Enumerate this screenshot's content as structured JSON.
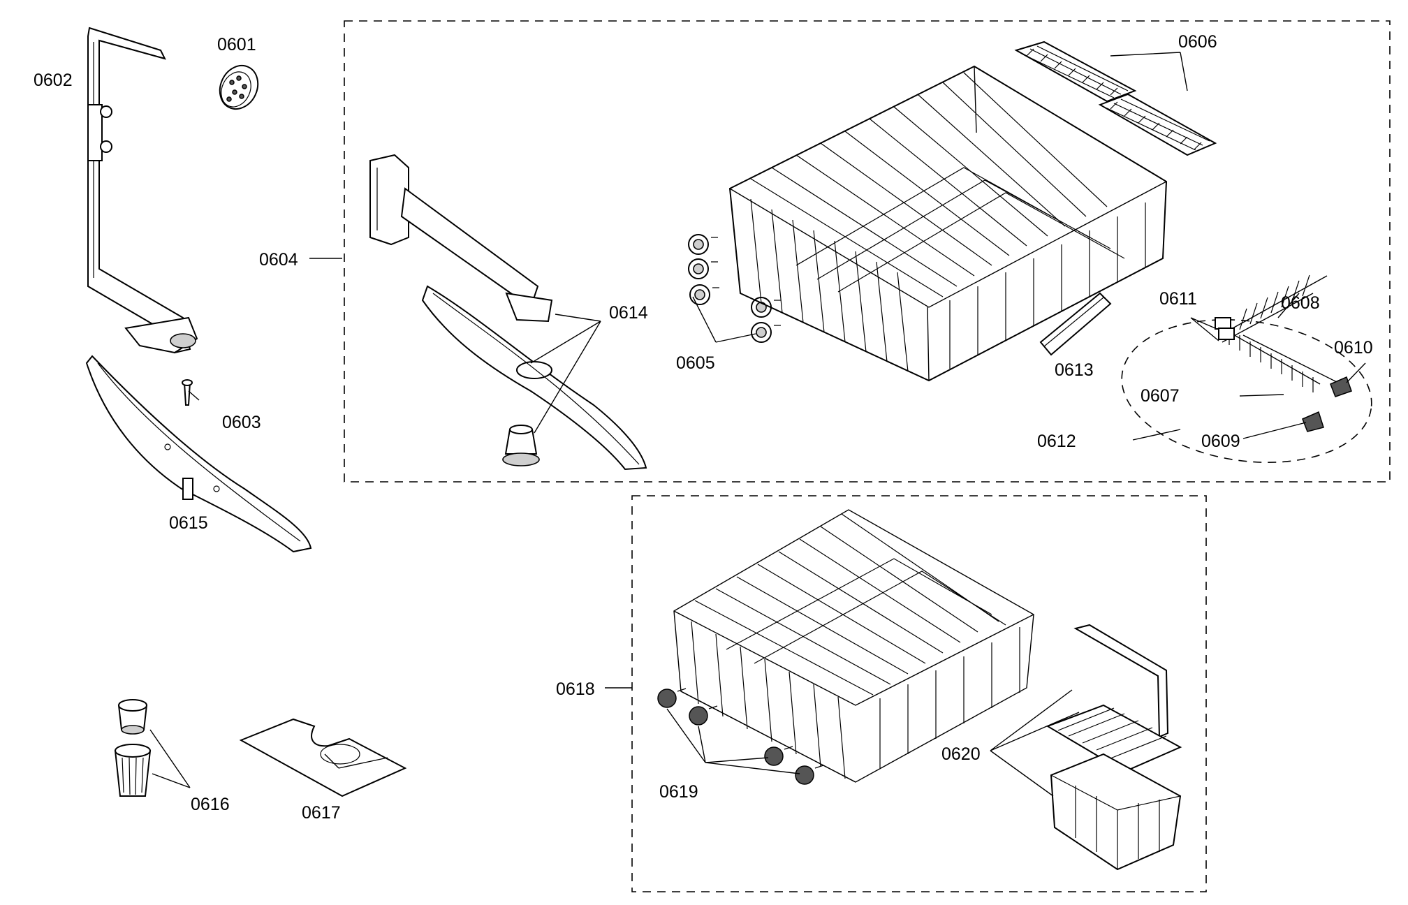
{
  "diagram": {
    "type": "exploded-parts-diagram",
    "part_labels": {
      "p0601": "0601",
      "p0602": "0602",
      "p0603": "0603",
      "p0604": "0604",
      "p0605": "0605",
      "p0606": "0606",
      "p0607": "0607",
      "p0608": "0608",
      "p0609": "0609",
      "p0610": "0610",
      "p0611": "0611",
      "p0612": "0612",
      "p0613": "0613",
      "p0614": "0614",
      "p0615": "0615",
      "p0616": "0616",
      "p0617": "0617",
      "p0618": "0618",
      "p0619": "0619",
      "p0620": "0620"
    },
    "groups": [
      {
        "name": "upper-rack-assembly",
        "label": "0604",
        "border": "dashed"
      },
      {
        "name": "lower-rack-assembly",
        "label": "0618",
        "border": "dashed"
      },
      {
        "name": "tine-set",
        "label": "0612",
        "border": "dashed-ellipse"
      }
    ],
    "colors": {
      "line": "#000000",
      "background": "#ffffff",
      "shading": "#cfcfcf"
    }
  }
}
